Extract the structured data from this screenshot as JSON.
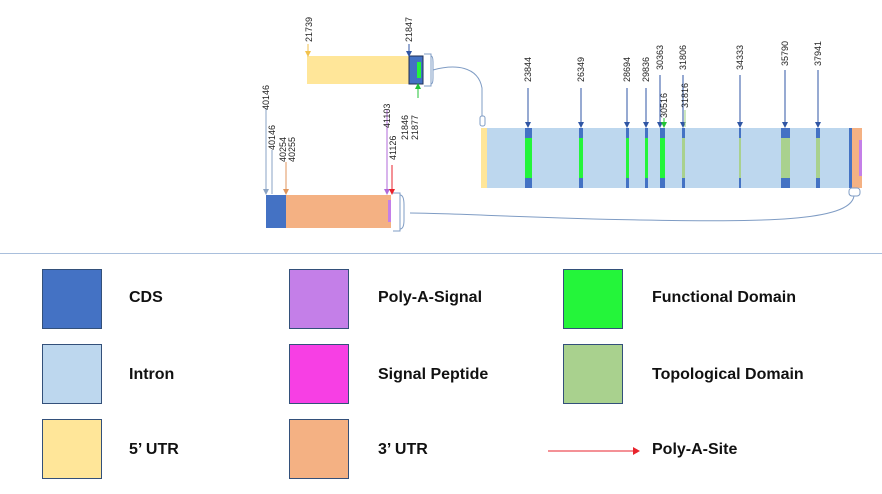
{
  "colors": {
    "cds": "#4472c4",
    "intron": "#bdd7ee",
    "utr5": "#ffe699",
    "utr3": "#f4b183",
    "poly_a_signal": "#c47fe8",
    "signal_peptide": "#f73fe4",
    "functional_domain": "#24f53a",
    "topological_domain": "#a9d18e",
    "poly_a_site": "#e8232c"
  },
  "diagram": {
    "top_exon": {
      "left_label": "21739",
      "right_label": "21847",
      "green_labels": [
        "21846",
        "21877"
      ]
    },
    "bottom_exon": {
      "labels": [
        "40146",
        "40146",
        "40254",
        "40255",
        "41103",
        "41126"
      ]
    },
    "intron_labels": [
      "23844",
      "26349",
      "28694",
      "29836",
      "30363",
      "30516",
      "31806",
      "31816",
      "34333",
      "35790",
      "37941"
    ]
  },
  "legend": {
    "cds": "CDS",
    "intron": "Intron",
    "utr5": "5’ UTR",
    "poly_a_signal": "Poly-A-Signal",
    "signal_peptide": "Signal Peptide",
    "utr3": "3’ UTR",
    "functional_domain": "Functional Domain",
    "topological_domain": "Topological Domain",
    "poly_a_site": "Poly-A-Site"
  }
}
